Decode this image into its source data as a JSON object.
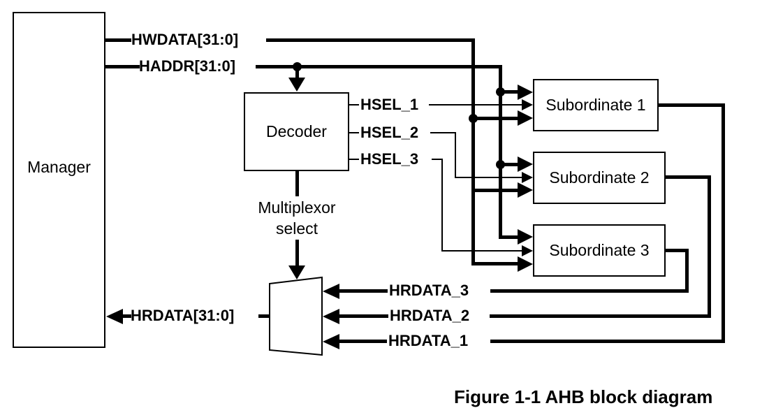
{
  "caption": "Figure 1-1 AHB block diagram",
  "blocks": {
    "manager": "Manager",
    "decoder": "Decoder",
    "subordinate1": "Subordinate 1",
    "subordinate2": "Subordinate 2",
    "subordinate3": "Subordinate 3",
    "multiplexor_select": "Multiplexor\nselect"
  },
  "signals": {
    "hwdata": "HWDATA[31:0]",
    "haddr": "HADDR[31:0]",
    "hsel_1": "HSEL_1",
    "hsel_2": "HSEL_2",
    "hsel_3": "HSEL_3",
    "hrdata_out": "HRDATA[31:0]",
    "hrdata_1": "HRDATA_1",
    "hrdata_2": "HRDATA_2",
    "hrdata_3": "HRDATA_3"
  },
  "colors": {
    "line": "#000000",
    "background": "#ffffff",
    "box_fill": "#ffffff"
  }
}
